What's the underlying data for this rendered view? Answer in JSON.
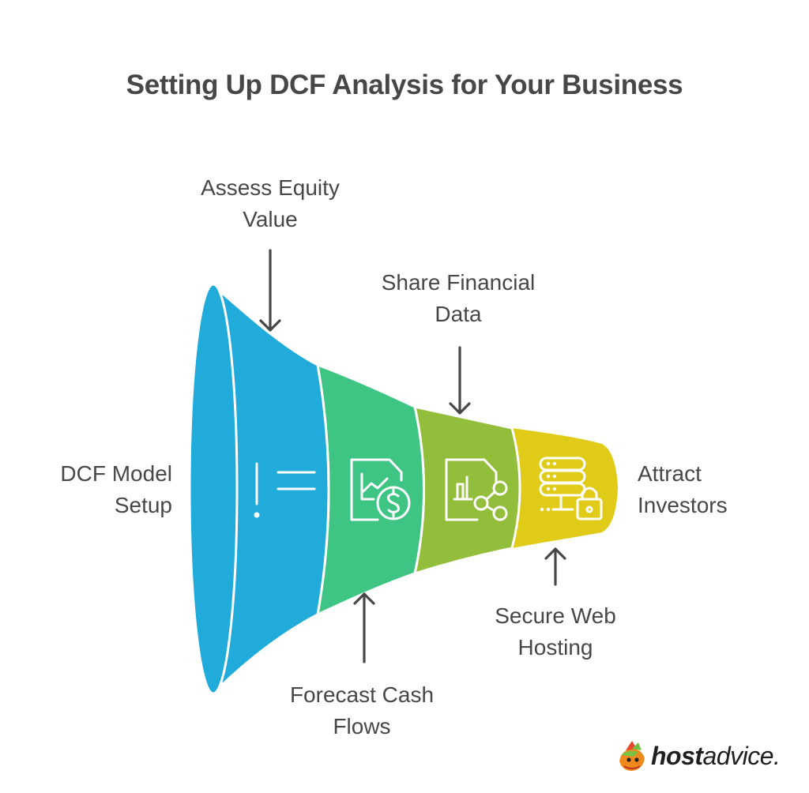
{
  "title": "Setting Up DCF Analysis for Your Business",
  "stages": [
    {
      "id": "dcf-model-setup",
      "label_line1": "DCF Model",
      "label_line2": "Setup",
      "color": "#21ABDB",
      "icon": "info-list-icon",
      "position": "left"
    },
    {
      "id": "forecast-cash-flows",
      "label_line1": "Forecast Cash",
      "label_line2": "Flows",
      "color": "#3EC584",
      "icon": "document-chart-dollar-icon",
      "position": "bottom"
    },
    {
      "id": "share-financial-data",
      "label_line1": "Share Financial",
      "label_line2": "Data",
      "color": "#93BE3B",
      "icon": "document-chart-share-icon",
      "position": "top"
    },
    {
      "id": "secure-web-hosting",
      "label_line1": "Secure Web",
      "label_line2": "Hosting",
      "color": "#E0CC18",
      "icon": "server-lock-icon",
      "position": "bottom"
    }
  ],
  "top_labels": {
    "assess_equity": {
      "line1": "Assess Equity",
      "line2": "Value"
    },
    "share_data": {
      "line1": "Share Financial",
      "line2": "Data"
    }
  },
  "bottom_labels": {
    "forecast": {
      "line1": "Forecast Cash",
      "line2": "Flows"
    },
    "hosting": {
      "line1": "Secure Web",
      "line2": "Hosting"
    }
  },
  "left_label": {
    "line1": "DCF Model",
    "line2": "Setup"
  },
  "right_label": {
    "line1": "Attract",
    "line2": "Investors"
  },
  "logo": {
    "bold": "host",
    "regular": "advice."
  },
  "colors": {
    "text": "#474747",
    "arrow": "#474747",
    "blue": "#21ABDB",
    "green": "#3EC584",
    "lime": "#93BE3B",
    "yellow": "#E0CC18"
  }
}
